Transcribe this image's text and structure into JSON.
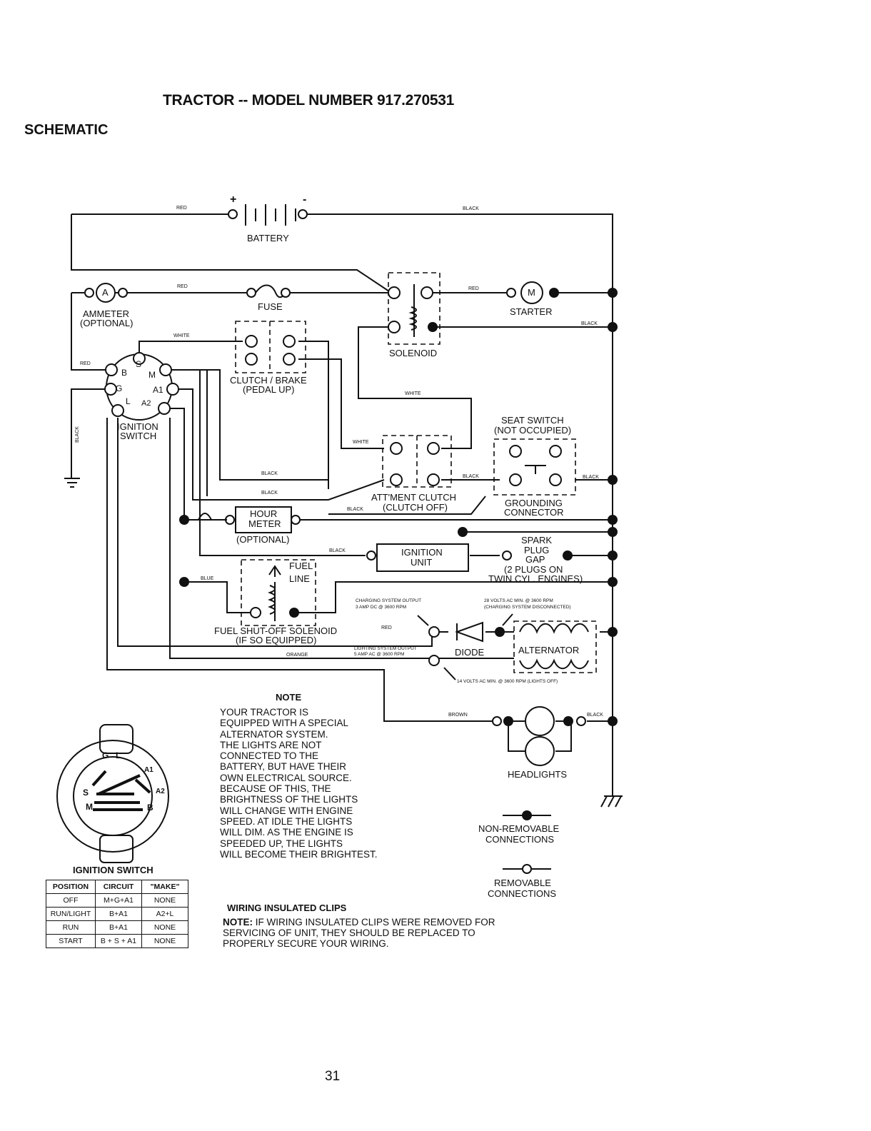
{
  "page": {
    "title": "TRACTOR -- MODEL NUMBER 917.270531",
    "subtitle": "SCHEMATIC",
    "page_number": "31"
  },
  "components": {
    "battery": "BATTERY",
    "battery_plus": "+",
    "battery_minus": "-",
    "ammeter_symbol": "A",
    "ammeter": [
      "AMMETER",
      "(OPTIONAL)"
    ],
    "fuse": "FUSE",
    "starter_symbol": "M",
    "starter": "STARTER",
    "solenoid": "SOLENOID",
    "clutch_brake": [
      "CLUTCH / BRAKE",
      "(PEDAL UP)"
    ],
    "ignition_switch": [
      "IGNITION",
      "SWITCH"
    ],
    "ignition_terminals": [
      "B",
      "S",
      "M",
      "G",
      "A1",
      "L",
      "A2"
    ],
    "seat_switch": [
      "SEAT SWITCH",
      "(NOT OCCUPIED)"
    ],
    "grounding_connector": [
      "GROUNDING",
      "CONNECTOR"
    ],
    "attachment_clutch": [
      "ATT'MENT CLUTCH",
      "(CLUTCH OFF)"
    ],
    "hour_meter": [
      "HOUR",
      "METER"
    ],
    "hour_meter_optional": "(OPTIONAL)",
    "ignition_unit": [
      "IGNITION",
      "UNIT"
    ],
    "spark_plug": [
      "SPARK",
      "PLUG",
      "GAP",
      "(2 PLUGS ON",
      "TWIN CYL. ENGINES)"
    ],
    "fuel_line": [
      "FUEL",
      "LINE"
    ],
    "fuel_solenoid": [
      "FUEL SHUT-OFF SOLENOID",
      "(IF SO EQUIPPED)"
    ],
    "diode": "DIODE",
    "alternator": "ALTERNATOR",
    "headlights": "HEADLIGHTS",
    "charging_output": [
      "CHARGING SYSTEM OUTPUT",
      "3 AMP DC @ 3600 RPM"
    ],
    "volts_28": [
      "28 VOLTS AC MIN. @ 3600 RPM",
      "(CHARGING SYSTEM DISCONNECTED)"
    ],
    "lighting_output": [
      "LIGHTING SYSTEM OUTPUT",
      "5 AMP AC @ 3600 RPM"
    ],
    "volts_14": "14 VOLTS AC MIN. @ 3600 RPM (LIGHTS OFF)"
  },
  "wires": {
    "red": "RED",
    "black": "BLACK",
    "white": "WHITE",
    "blue": "BLUE",
    "orange": "ORANGE",
    "brown": "BROWN"
  },
  "note": {
    "heading": "NOTE",
    "lines": [
      "YOUR TRACTOR IS",
      "EQUIPPED WITH A SPECIAL",
      "ALTERNATOR SYSTEM.",
      "THE LIGHTS ARE NOT",
      "CONNECTED TO THE",
      "BATTERY, BUT HAVE THEIR",
      "OWN ELECTRICAL SOURCE.",
      "BECAUSE OF THIS, THE",
      "BRIGHTNESS OF THE LIGHTS",
      "WILL CHANGE WITH ENGINE",
      "SPEED.  AT IDLE THE LIGHTS",
      "WILL DIM.  AS THE ENGINE IS",
      "SPEEDED UP, THE LIGHTS",
      "WILL BECOME THEIR BRIGHTEST."
    ]
  },
  "legend": {
    "non_removable": [
      "NON-REMOVABLE",
      "CONNECTIONS"
    ],
    "removable": [
      "REMOVABLE",
      "CONNECTIONS"
    ]
  },
  "clips": {
    "heading": "WIRING INSULATED CLIPS",
    "note_label": "NOTE:",
    "note_lines": [
      " IF WIRING INSULATED CLIPS WERE REMOVED FOR",
      "SERVICING OF UNIT, THEY SHOULD BE REPLACED TO",
      "PROPERLY SECURE YOUR WIRING."
    ]
  },
  "ignition_switch_table": {
    "caption": "IGNITION SWITCH",
    "headers": [
      "POSITION",
      "CIRCUIT",
      "\"MAKE\""
    ],
    "rows": [
      [
        "OFF",
        "M+G+A1",
        "NONE"
      ],
      [
        "RUN/LIGHT",
        "B+A1",
        "A2+L"
      ],
      [
        "RUN",
        "B+A1",
        "NONE"
      ],
      [
        "START",
        "B + S + A1",
        "NONE"
      ]
    ]
  },
  "switch_face_labels": [
    "G",
    "L",
    "A1",
    "S",
    "A2",
    "M",
    "B"
  ]
}
